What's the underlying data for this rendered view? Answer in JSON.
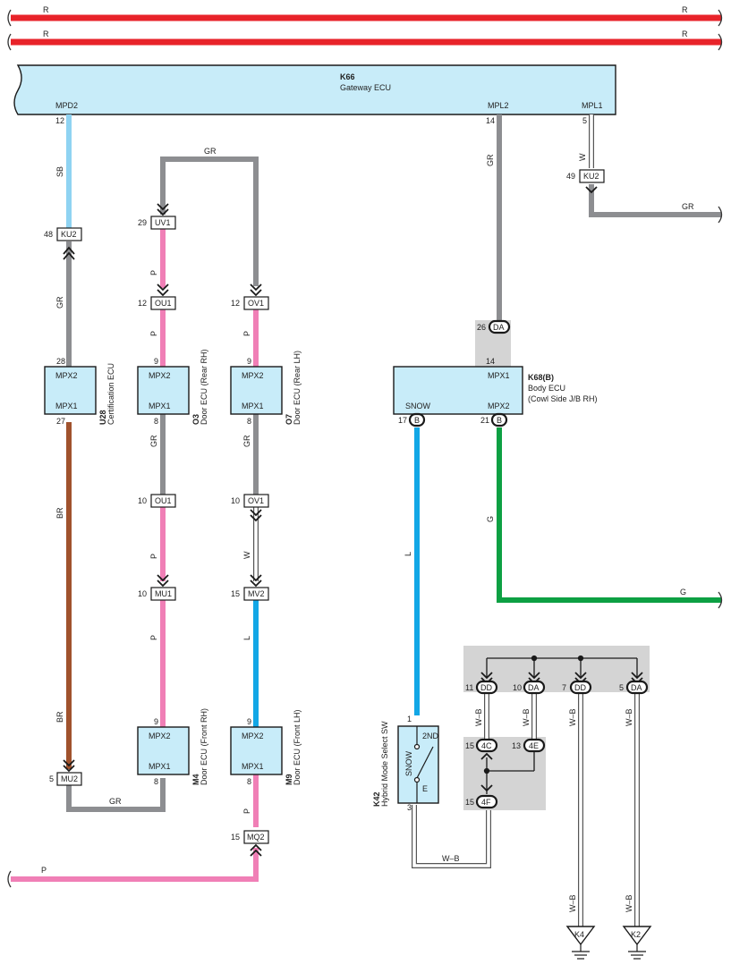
{
  "colors": {
    "R": "#e8232a",
    "SB": "#8fd3f2",
    "GR": "#8d8e91",
    "P": "#f07fb6",
    "BR": "#a0522d",
    "L": "#12a7e6",
    "G": "#0da043",
    "W": "#ffffff",
    "WB": "#ffffff",
    "ecu_fill": "#c8ecf9",
    "shade": "#d4d4d4"
  },
  "power": {
    "r1_left": "R",
    "r1_right": "R",
    "r2_left": "R",
    "r2_right": "R"
  },
  "gateway": {
    "id": "K66",
    "name": "Gateway ECU",
    "terms": {
      "mpd2": "MPD2",
      "mpl2": "MPL2",
      "mpl1": "MPL1"
    },
    "pins": {
      "mpd2": "12",
      "mpl2": "14",
      "mpl1": "5"
    }
  },
  "wires": {
    "sb": "SB",
    "gr": "GR",
    "p": "P",
    "br": "BR",
    "w": "W",
    "l": "L",
    "g": "G",
    "wb": "W–B"
  },
  "connectors": {
    "ku2_a": {
      "label": "KU2",
      "pin": "48"
    },
    "ku2_b": {
      "label": "KU2",
      "pin": "49"
    },
    "uv1": {
      "label": "UV1",
      "pin": "29"
    },
    "ou1_a": {
      "label": "OU1",
      "pin": "12"
    },
    "ov1_a": {
      "label": "OV1",
      "pin": "12"
    },
    "ou1_b": {
      "label": "OU1",
      "pin": "10"
    },
    "ov1_b": {
      "label": "OV1",
      "pin": "10"
    },
    "mu1": {
      "label": "MU1",
      "pin": "10"
    },
    "mv2": {
      "label": "MV2",
      "pin": "15"
    },
    "mu2": {
      "label": "MU2",
      "pin": "5"
    },
    "mq2": {
      "label": "MQ2",
      "pin": "15"
    },
    "da_body": {
      "label": "DA",
      "pin": "26"
    },
    "b17": {
      "label": "B",
      "pin": "17"
    },
    "b21": {
      "label": "B",
      "pin": "21"
    },
    "dd11": {
      "label": "DD",
      "pin": "11"
    },
    "da10": {
      "label": "DA",
      "pin": "10"
    },
    "dd7": {
      "label": "DD",
      "pin": "7"
    },
    "da5": {
      "label": "DA",
      "pin": "5"
    },
    "c4c": {
      "label": "4C",
      "pin": "15"
    },
    "c4e": {
      "label": "4E",
      "pin": "13"
    },
    "c4f": {
      "label": "4F",
      "pin": "15"
    }
  },
  "ecus": {
    "u28": {
      "id": "U28",
      "name": "Certification ECU",
      "t1": "MPX2",
      "t2": "MPX1",
      "p1": "28",
      "p2": "27"
    },
    "o3": {
      "id": "O3",
      "name": "Door ECU (Rear RH)",
      "t1": "MPX2",
      "t2": "MPX1",
      "p1": "9",
      "p2": "8"
    },
    "o7": {
      "id": "O7",
      "name": "Door ECU (Rear LH)",
      "t1": "MPX2",
      "t2": "MPX1",
      "p1": "9",
      "p2": "8"
    },
    "m4": {
      "id": "M4",
      "name": "Door ECU (Front RH)",
      "t1": "MPX2",
      "t2": "MPX1",
      "p1": "9",
      "p2": "8"
    },
    "m9": {
      "id": "M9",
      "name": "Door ECU (Front LH)",
      "t1": "MPX2",
      "t2": "MPX1",
      "p1": "9",
      "p2": "8"
    },
    "k68": {
      "id": "K68(B)",
      "name": "Body ECU",
      "sub": "(Cowl Side J/B RH)",
      "mpx1": "MPX1",
      "snow": "SNOW",
      "mpx2": "MPX2",
      "p_mpx1": "14"
    }
  },
  "switch": {
    "id": "K42",
    "name": "Hybrid Mode Select SW",
    "snow": "SNOW",
    "second": "2ND",
    "e": "E",
    "pin1": "1",
    "pin3": "3"
  },
  "grounds": {
    "k4": "K4",
    "k2": "K2"
  }
}
